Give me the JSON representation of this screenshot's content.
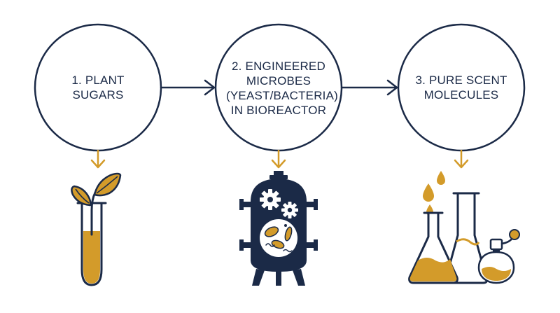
{
  "steps": [
    {
      "label": "1. PLANT\nSUGARS",
      "icon": "seedling-test-tube-icon"
    },
    {
      "label": "2. ENGINEERED\nMICROBES\n(YEAST/BACTERIA)\nIN BIOREACTOR",
      "icon": "bioreactor-icon"
    },
    {
      "label": "3. PURE SCENT\nMOLECULES",
      "icon": "flasks-perfume-icon"
    }
  ],
  "colors": {
    "navy": "#1b2a47",
    "gold": "#d39b2a",
    "white": "#ffffff"
  }
}
